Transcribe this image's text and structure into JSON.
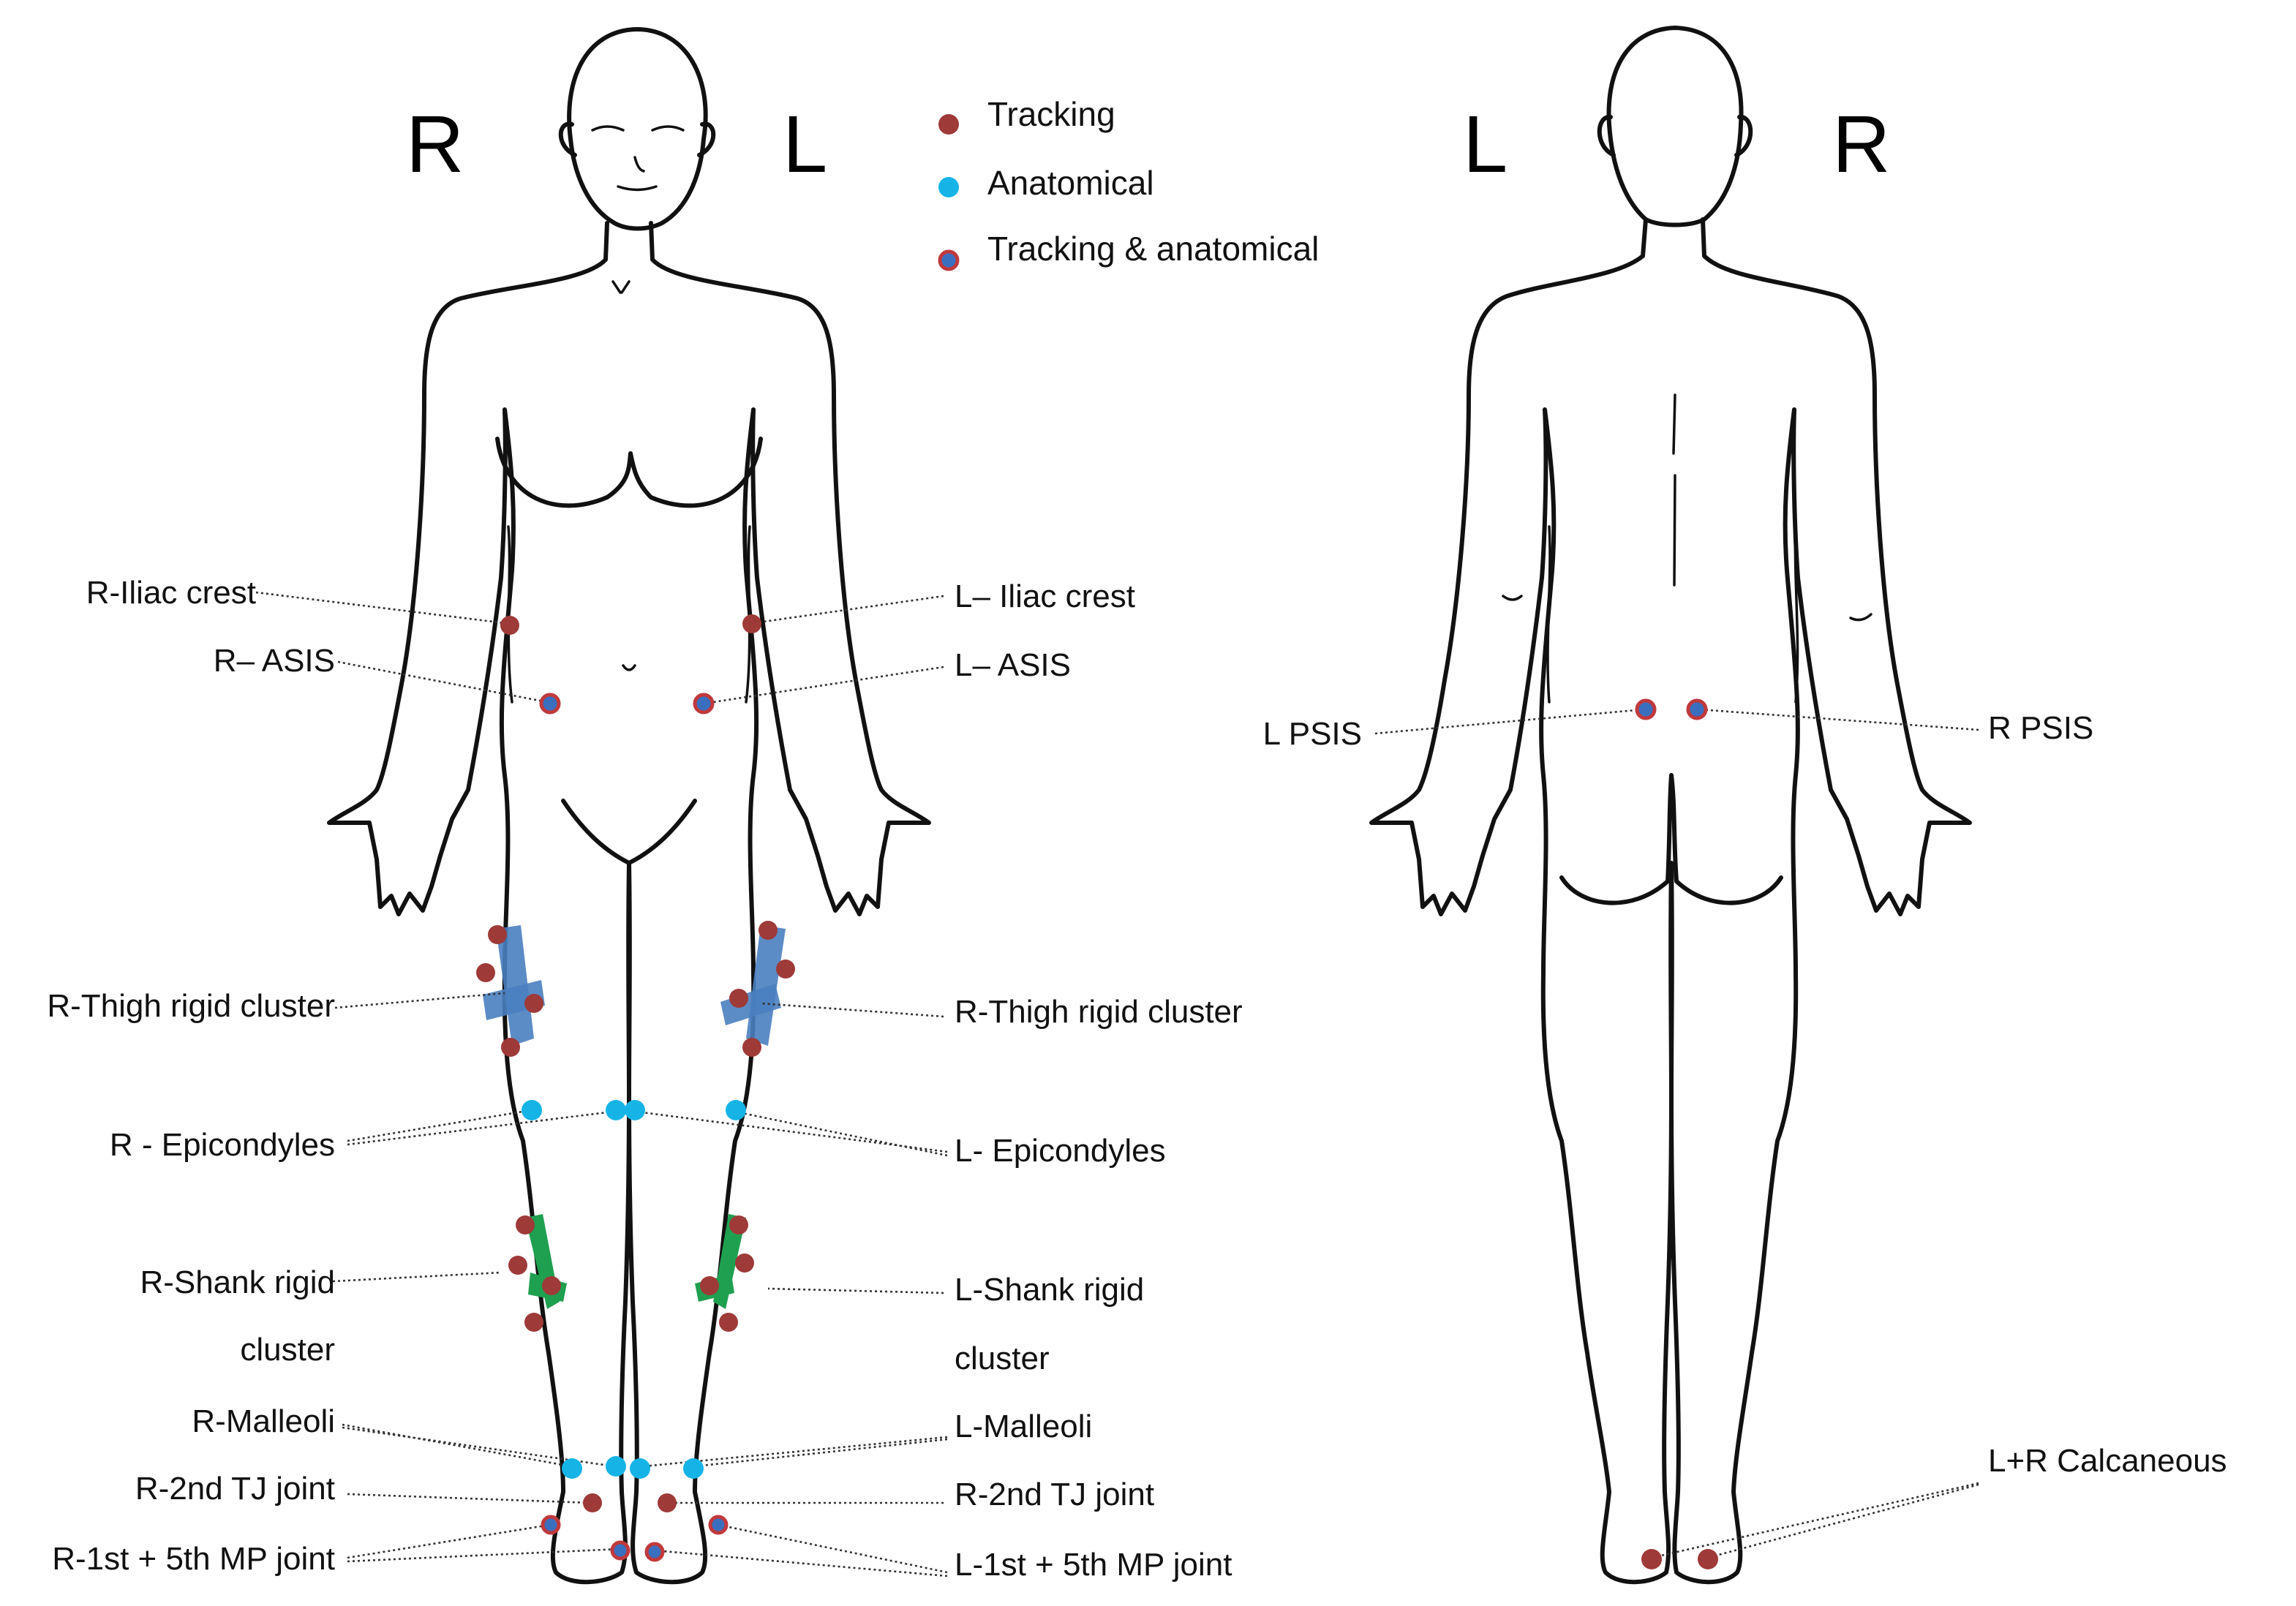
{
  "front_view": {
    "side_labels": {
      "left": "R",
      "right": "L"
    }
  },
  "back_view": {
    "side_labels": {
      "left": "L",
      "right": "R"
    }
  },
  "legend": {
    "items": [
      {
        "label": "Tracking",
        "type": "tracking"
      },
      {
        "label": "Anatomical",
        "type": "anatomical"
      },
      {
        "label": "Tracking & anatomical",
        "type": "both"
      }
    ]
  },
  "marker_colors": {
    "tracking": "#9e3a38",
    "anatomical": "#16b4e6",
    "both_ring": "#c0393b",
    "both_fill": "#3a6fc0",
    "thigh_cluster": "#4a7fc0",
    "shank_cluster": "#1fa050"
  },
  "labels": {
    "r_iliac_crest": "R-Iliac crest",
    "r_asis": "R– ASIS",
    "l_iliac_crest": "L– Iliac crest",
    "l_asis": "L– ASIS",
    "r_thigh_left": "R-Thigh rigid cluster",
    "r_thigh_right": "R-Thigh rigid cluster",
    "r_epicondyles": "R - Epicondyles",
    "l_epicondyles": "L- Epicondyles",
    "r_shank_line1": "R-Shank rigid",
    "r_shank_line2": "cluster",
    "l_shank_line1": "L-Shank rigid",
    "l_shank_line2": "cluster",
    "r_malleoli": "R-Malleoli",
    "l_malleoli": "L-Malleoli",
    "r_2nd_tj": "R-2nd TJ joint",
    "l_2nd_tj": "R-2nd TJ joint",
    "r_mp": "R-1st + 5th MP joint",
    "l_mp": "L-1st + 5th MP joint",
    "l_psis": "L PSIS",
    "r_psis": "R PSIS",
    "calcaneous": "L+R Calcaneous"
  }
}
